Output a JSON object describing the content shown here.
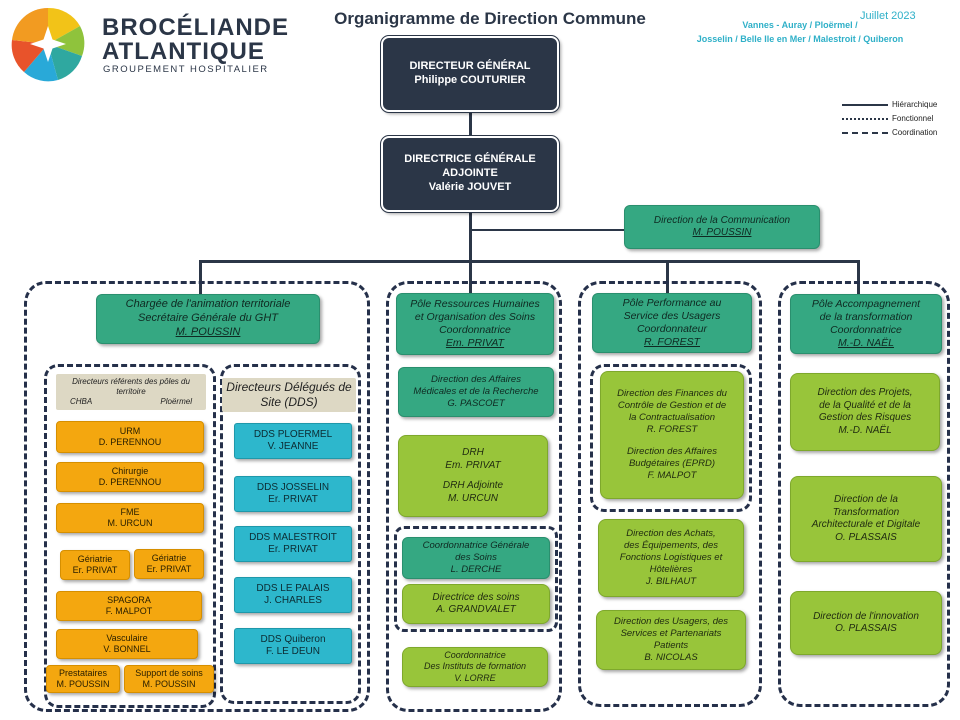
{
  "logo": {
    "line1": "BROCÉLIANDE",
    "line2": "ATLANTIQUE",
    "line3": "GROUPEMENT HOSPITALIER",
    "colors": [
      "#f2c318",
      "#8fc33c",
      "#2fa8a0",
      "#29a9d8",
      "#e8532b",
      "#f29b21"
    ]
  },
  "header": {
    "title": "Organigramme de Direction Commune",
    "date": "Juillet  2023",
    "sites_line1": "Vannes - Auray / Ploërmel /",
    "sites_line2": "Josselin / Belle Ile en Mer / Malestroit / Quiberon"
  },
  "legend": {
    "hierarchique": "Hiérarchique",
    "fonctionnel": "Fonctionnel",
    "coordination": "Coordination"
  },
  "top": {
    "dg": [
      "DIRECTEUR  GÉNÉRAL",
      "Philippe COUTURIER"
    ],
    "dga": [
      "DIRECTRICE  GÉNÉRALE",
      "ADJOINTE",
      "Valérie JOUVET"
    ],
    "communication": [
      "Direction de la Communication",
      "M. POUSSIN"
    ]
  },
  "col1": {
    "head": [
      "Chargée de l'animation territoriale",
      "Secrétaire Générale du GHT",
      "M. POUSSIN"
    ],
    "referents_title": "Directeurs référents des pôles du territoire",
    "referents_left": "CHBA",
    "referents_right": "Ploërmel",
    "poles": [
      [
        "URM",
        "D. PERENNOU"
      ],
      [
        "Chirurgie",
        "D. PERENNOU"
      ],
      [
        "FME",
        "M. URCUN"
      ],
      [
        "Gériatrie",
        "Er. PRIVAT"
      ],
      [
        "Gériatrie",
        "Er. PRIVAT"
      ],
      [
        "SPAGORA",
        "F. MALPOT"
      ],
      [
        "Vasculaire",
        "V. BONNEL"
      ],
      [
        "Prestataires",
        "M. POUSSIN"
      ],
      [
        "Support de soins",
        "M. POUSSIN"
      ]
    ],
    "dds_title": "Directeurs Délégués de Site (DDS)",
    "dds": [
      [
        "DDS PLOERMEL",
        "V. JEANNE"
      ],
      [
        "DDS JOSSELIN",
        "Er. PRIVAT"
      ],
      [
        "DDS MALESTROIT",
        "Er. PRIVAT"
      ],
      [
        "DDS LE PALAIS",
        "J. CHARLES"
      ],
      [
        "DDS Quiberon",
        "F. LE DEUN"
      ]
    ]
  },
  "col2": {
    "head": [
      "Pôle Ressources Humaines",
      "et Organisation des Soins",
      "Coordonnatrice",
      "Em. PRIVAT"
    ],
    "affaires": [
      "Direction des Affaires",
      "Médicales et de la Recherche",
      "G. PASCOET"
    ],
    "drh": [
      "DRH",
      "Em. PRIVAT",
      "DRH Adjointe",
      "M. URCUN"
    ],
    "coord_soins": [
      "Coordonnatrice  Générale",
      "des Soins",
      "L. DERCHE"
    ],
    "directrice_soins": [
      "Directrice des soins",
      "A. GRANDVALET"
    ],
    "instituts": [
      "Coordonnatrice",
      "Des Instituts de formation",
      "V. LORRE"
    ]
  },
  "col3": {
    "head": [
      "Pôle Performance au",
      "Service des Usagers",
      "Coordonnateur",
      "R. FOREST"
    ],
    "finances": [
      "Direction des Finances du",
      "Contrôle de Gestion et de",
      "la Contractualisation",
      "R. FOREST"
    ],
    "budget": [
      "Direction des Affaires",
      "Budgétaires  (EPRD)",
      "F. MALPOT"
    ],
    "achats": [
      "Direction des Achats,",
      "des Équipements,  des",
      "Fonctions Logistiques  et",
      "Hôtelières",
      "J. BILHAUT"
    ],
    "usagers": [
      "Direction des Usagers,  des",
      "Services et Partenariats",
      "Patients",
      "B. NICOLAS"
    ]
  },
  "col4": {
    "head": [
      "Pôle Accompagnement",
      "de la transformation",
      "Coordonnatrice",
      "M.-D. NAËL"
    ],
    "projets": [
      "Direction des Projets,",
      "de la Qualité et de la",
      "Gestion des Risques",
      "M.-D. NAËL"
    ],
    "transformation": [
      "Direction de la",
      "Transformation",
      "Architecturale  et Digitale",
      "O. PLASSAIS"
    ],
    "innovation": [
      "Direction  de l'innovation",
      "O. PLASSAIS"
    ]
  }
}
